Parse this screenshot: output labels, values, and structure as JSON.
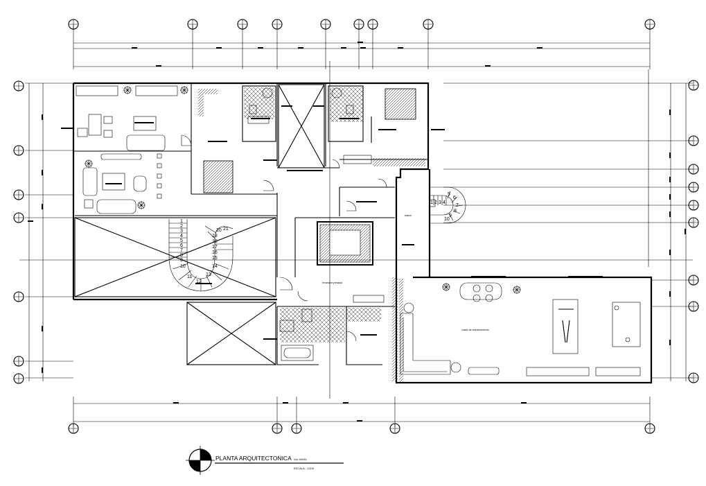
{
  "drawing": {
    "title": "PLANTA ARQUITECTONICA",
    "title_suffix": "2do NIVEL",
    "scale": "ESCALA - 1/100"
  },
  "stairs": {
    "main_numbers": [
      "1",
      "2",
      "3",
      "4",
      "5",
      "6",
      "7",
      "8",
      "9",
      "10",
      "11",
      "12",
      "13",
      "14",
      "15",
      "16",
      "17",
      "18",
      "19",
      "20",
      "21"
    ],
    "spiral_numbers": [
      "1",
      "2",
      "3",
      "4",
      "5",
      "6",
      "7",
      "8",
      "9",
      "10"
    ]
  },
  "rooms": {
    "master_bedroom": "recamara principal",
    "entertainment_room": "cuarto de entretenimiento",
    "balcony": "balcon"
  },
  "colors": {
    "line": "#000000",
    "background": "#ffffff"
  }
}
